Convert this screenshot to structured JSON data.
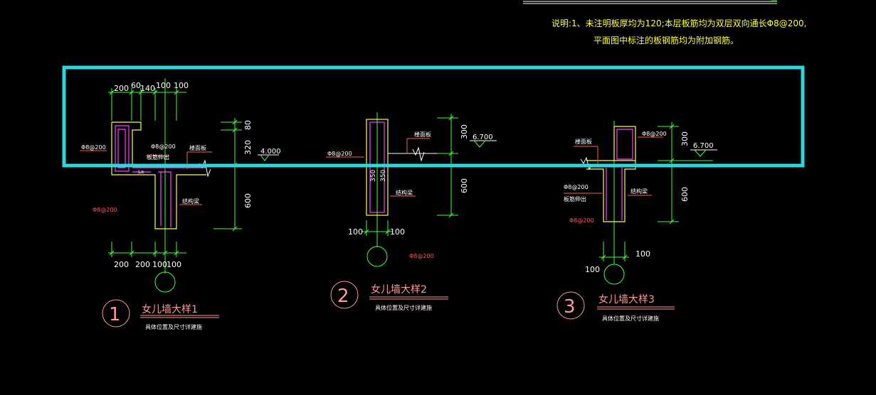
{
  "notes": {
    "line1": "说明:1、未注明板厚均为120;本层板筋均为双层双向通长Φ8@200,",
    "line2": "平面图中标注的板钢筋均为附加钢筋。"
  },
  "colors": {
    "background": "#000000",
    "highlight": "#28d8dc",
    "concrete": "#ffff40",
    "rebar": "#ff40ff",
    "dimension": "#40ff40",
    "text_red": "#ff5a5a",
    "text_yellow": "#ffff40",
    "text_white": "#ffffff",
    "note": "#ffff40"
  },
  "details": [
    {
      "number": "1",
      "title": "女儿墙大样1",
      "subtitle": "具体位置及尺寸详建施",
      "top_dims": [
        "200",
        "60",
        "140",
        "100",
        "100"
      ],
      "bottom_dims": [
        "200",
        "200",
        "100",
        "100"
      ],
      "vertical_dims": [
        "80",
        "320",
        "600"
      ],
      "rebar_label_a": "Φ8@200",
      "rebar_label_b": "Φ8@200",
      "rebar_label_c": "Φ8@200",
      "note_anchor": "板筋伸出",
      "note_roof": "楼面板",
      "note_beam": "结构梁",
      "lap_mark": "La",
      "elevation": "4.000"
    },
    {
      "number": "2",
      "title": "女儿墙大样2",
      "subtitle": "具体位置及尺寸详建施",
      "bottom_dims": [
        "100",
        "100"
      ],
      "vertical_dims": [
        "300",
        "600"
      ],
      "inner_dims": [
        "350",
        "350"
      ],
      "rebar_label_a": "Φ8@200",
      "rebar_label_b": "Φ8@200",
      "note_roof": "楼面板",
      "note_beam": "结构梁",
      "elevation": "6.700"
    },
    {
      "number": "3",
      "title": "女儿墙大样3",
      "subtitle": "具体位置及尺寸详建施",
      "bottom_dims": [
        "100",
        "100"
      ],
      "vertical_dims": [
        "300",
        "600"
      ],
      "rebar_label_a": "Φ8@200",
      "rebar_label_b": "Φ8@200",
      "rebar_label_c": "Φ8@200",
      "note_roof": "楼面板",
      "note_anchor": "板筋伸出",
      "note_beam": "结构梁",
      "elevation": "6.700"
    }
  ]
}
